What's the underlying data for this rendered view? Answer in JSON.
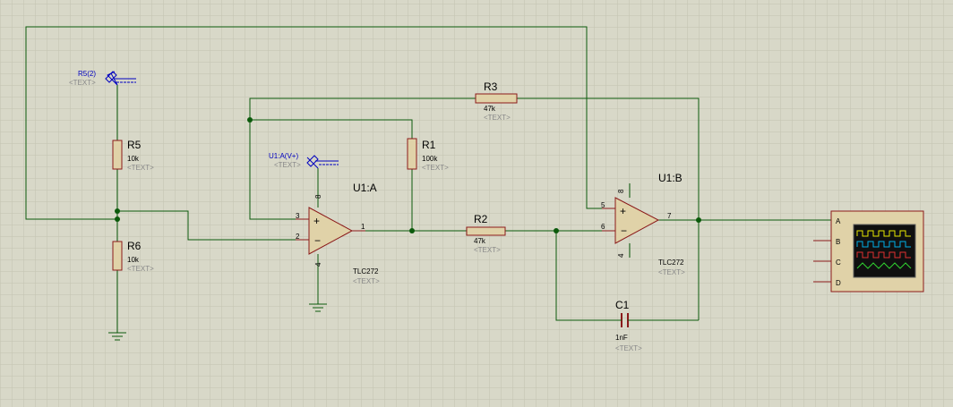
{
  "colors": {
    "background": "#d8d8c8",
    "grid": "#c2c2b0",
    "wire": "#0b5a0b",
    "component_outline": "#8b1a1a",
    "component_fill": "#e0d2a8",
    "label_gray": "#888888",
    "probe_blue": "#0000c0",
    "scope_screen": "#101010"
  },
  "components": {
    "r5": {
      "ref": "R5",
      "value": "10k",
      "text": "<TEXT>"
    },
    "r6": {
      "ref": "R6",
      "value": "10k",
      "text": "<TEXT>"
    },
    "r1": {
      "ref": "R1",
      "value": "100k",
      "text": "<TEXT>"
    },
    "r2": {
      "ref": "R2",
      "value": "47k",
      "text": "<TEXT>"
    },
    "r3": {
      "ref": "R3",
      "value": "47k",
      "text": "<TEXT>"
    },
    "c1": {
      "ref": "C1",
      "value": "1nF",
      "text": "<TEXT>"
    },
    "u1a": {
      "ref": "U1:A",
      "part": "TLC272",
      "text": "<TEXT>",
      "pins": [
        "3",
        "2",
        "1",
        "8",
        "4"
      ]
    },
    "u1b": {
      "ref": "U1:B",
      "part": "TLC272",
      "text": "<TEXT>",
      "pins": [
        "5",
        "6",
        "7",
        "8",
        "4"
      ]
    }
  },
  "probes": {
    "p1": {
      "label": "R5(2)",
      "text": "<TEXT>"
    },
    "p2": {
      "label": "U1:A(V+)",
      "text": "<TEXT>"
    }
  },
  "oscilloscope": {
    "channels": [
      "A",
      "B",
      "C",
      "D"
    ],
    "trace_colors": [
      "#e8e800",
      "#00b0e8",
      "#e03030",
      "#30d030"
    ]
  }
}
